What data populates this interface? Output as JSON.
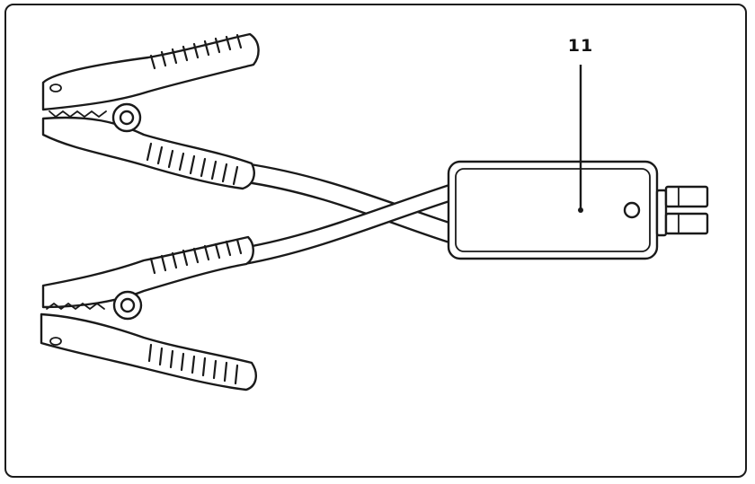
{
  "callout": {
    "label": "11"
  },
  "colors": {
    "line": "#1a1a1a",
    "background": "#ffffff"
  },
  "parts": [
    "frame",
    "upper-clamp",
    "lower-clamp",
    "cables",
    "control-box",
    "indicator-led",
    "connector-plug",
    "callout-leader"
  ]
}
